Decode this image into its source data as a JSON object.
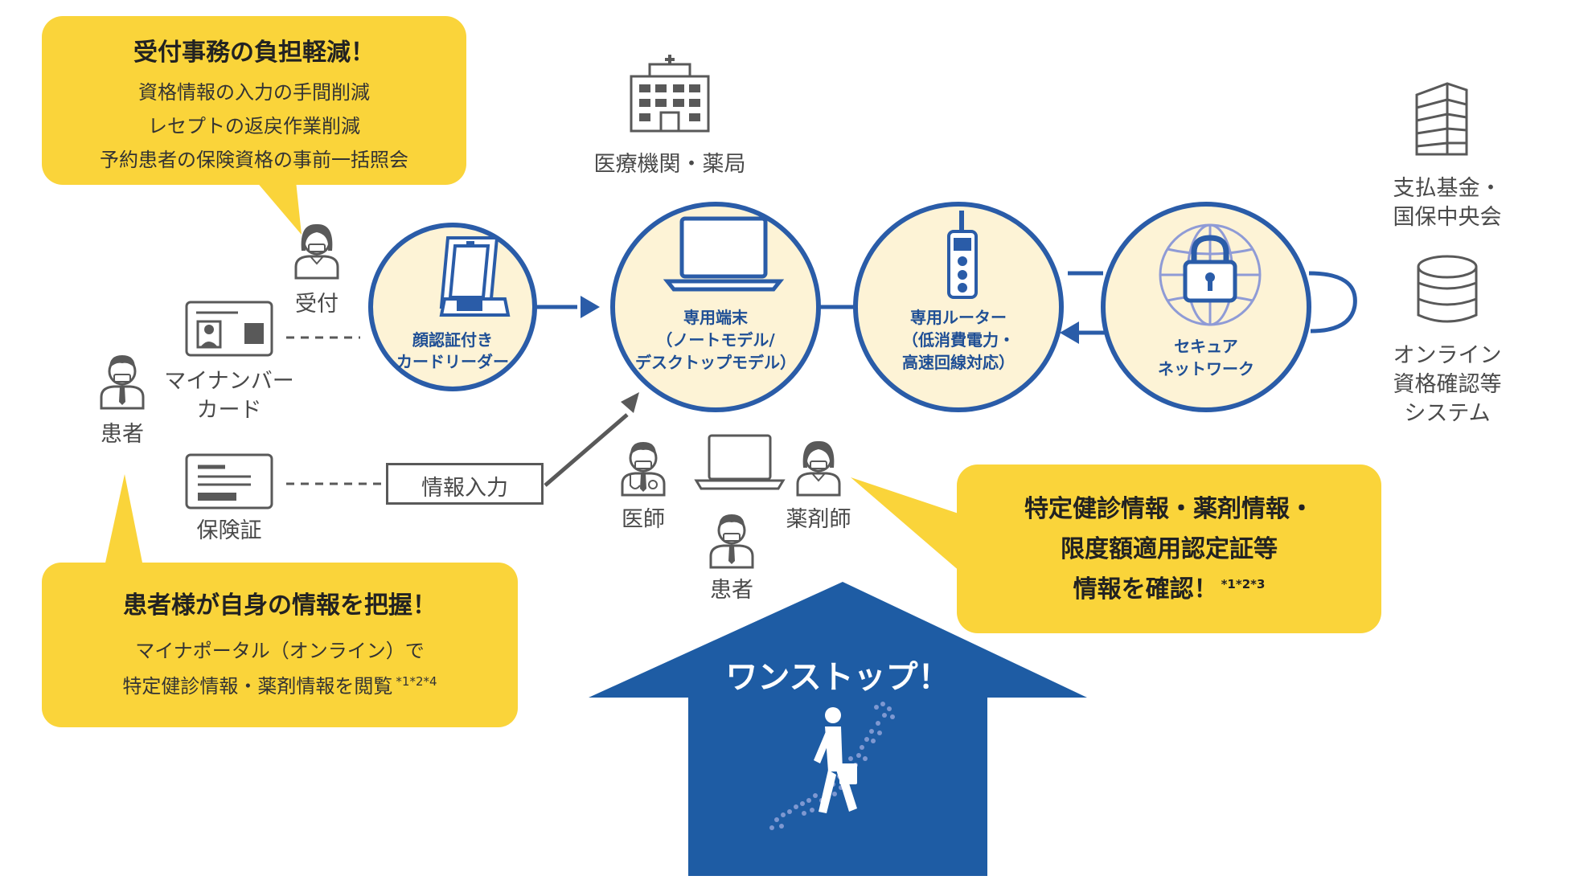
{
  "bubble_reception": {
    "title": "受付事務の負担軽減！",
    "lines": [
      "資格情報の入力の手間削減",
      "レセプトの返戻作業削減",
      "予約患者の保険資格の事前一括照会"
    ]
  },
  "bubble_patient": {
    "title": "患者様が自身の情報を把握！",
    "line1": "マイナポータル（オンライン）で",
    "line2": "特定健診情報・薬剤情報を閲覧",
    "note": "*1*2*4"
  },
  "bubble_pharmacist": {
    "line1": "特定健診情報・薬剤情報・",
    "line2": "限度額適用認定証等",
    "line3": "情報を確認！",
    "note": "*1*2*3"
  },
  "labels": {
    "reception": "受付",
    "my_number_card_1": "マイナンバー",
    "my_number_card_2": "カード",
    "patient_left": "患者",
    "insurance_card": "保険証",
    "info_input": "情報入力",
    "medical_institution": "医療機関・薬局",
    "doctor": "医師",
    "pharmacist": "薬剤師",
    "patient_center": "患者",
    "payment_fund_1": "支払基金・",
    "payment_fund_2": "国保中央会",
    "online_system_1": "オンライン",
    "online_system_2": "資格確認等",
    "online_system_3": "システム"
  },
  "nodes": {
    "card_reader": {
      "line1": "顔認証付き",
      "line2": "カードリーダー"
    },
    "terminal": {
      "line1": "専用端末",
      "line2": "（ノートモデル/",
      "line3": "デスクトップモデル）"
    },
    "router": {
      "line1": "専用ルーター",
      "line2": "（低消費電力・",
      "line3": "高速回線対応）"
    },
    "network": {
      "line1": "セキュア",
      "line2": "ネットワーク"
    }
  },
  "one_stop": "ワンストップ！",
  "colors": {
    "bubble_yellow": "#FAD43A",
    "circle_fill": "#FDF3D6",
    "circle_border": "#2A5CA8",
    "arrow_blue": "#2A5CA8",
    "icon_gray": "#595959"
  },
  "icons": [
    "hospital-icon",
    "office-building-icon",
    "database-icon",
    "receptionist-icon",
    "patient-icon",
    "id-card-icon",
    "insurance-card-icon",
    "kiosk-icon",
    "laptop-icon",
    "router-icon",
    "globe-lock-icon",
    "doctor-icon",
    "pharmacist-icon",
    "walking-person-icon",
    "japan-map-icon"
  ]
}
